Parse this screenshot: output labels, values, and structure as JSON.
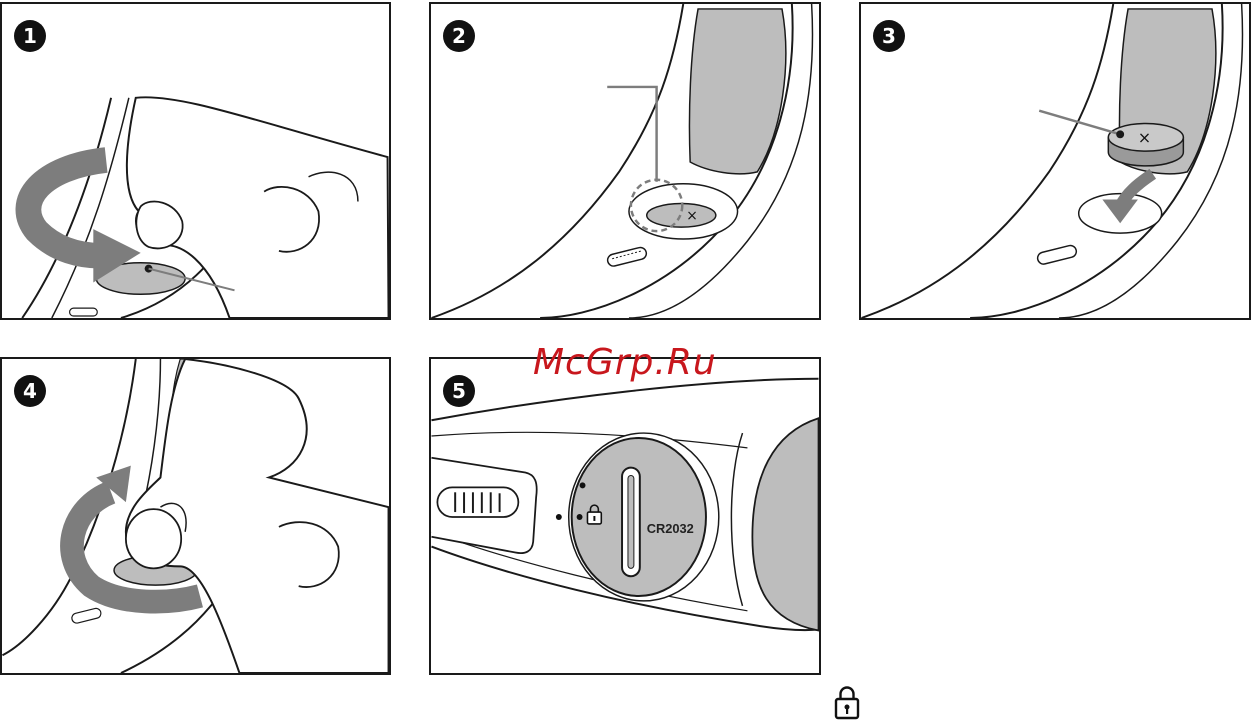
{
  "panels": [
    {
      "step": "1"
    },
    {
      "step": "2"
    },
    {
      "step": "3"
    },
    {
      "step": "4"
    },
    {
      "step": "5",
      "battery_label": "CR2032"
    }
  ],
  "watermark": "McGrp.Ru",
  "icons": {
    "step_marker": "black-circle-number",
    "lock": "padlock-icon"
  },
  "colors": {
    "outline": "#1a1a1a",
    "arrow_gray": "#7d7d7d",
    "band_gray": "#bdbdbd",
    "watermark_red": "#c8171d"
  }
}
